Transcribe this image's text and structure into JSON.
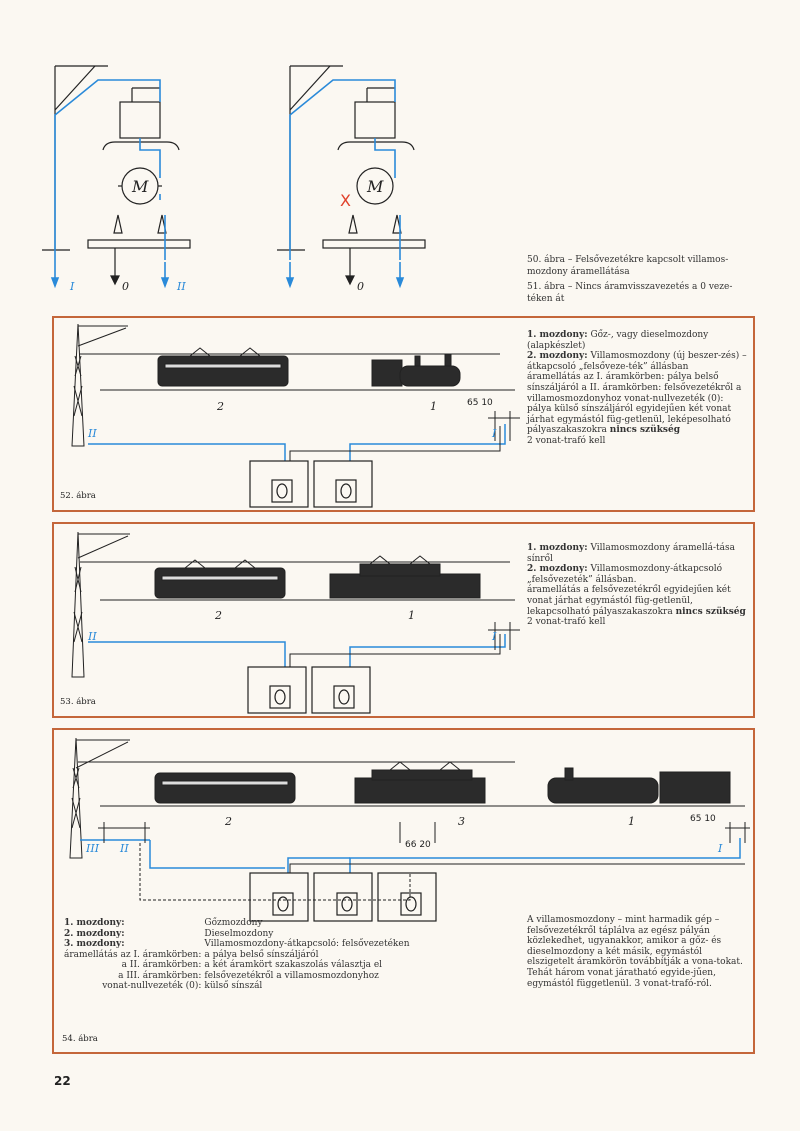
{
  "colors": {
    "wire": "#2a8ad9",
    "frame": "#c4663a",
    "fault": "#e0402a",
    "ink": "#222222"
  },
  "fig50_51": {
    "motor_label": "M",
    "labels_left": [
      "I",
      "0",
      "II"
    ],
    "labels_right": [
      "0"
    ],
    "fault_mark": "X",
    "caption50": "50. ábra – Felsővezetékre kapcsolt villamos-mozdony áramellátása",
    "caption51": "51. ábra – Nincs áramvisszavezetés a 0 veze-téken át"
  },
  "fig52": {
    "label": "52. ábra",
    "track_labels": [
      "2",
      "1",
      "65 10",
      "II",
      "I"
    ],
    "desc": [
      {
        "key": "1. mozdony:",
        "text": "Gőz-, vagy dieselmozdony (alapkészlet)"
      },
      {
        "key": "2. mozdony:",
        "text": "Villamosmozdony (új beszer-zés) – átkapcsoló „felsőveze-ték” állásban"
      }
    ],
    "desc_rest": "áramellátás az I. áramkörben: pálya belső sínszáljáról a II. áramkörben: felsővezetékről a villamosmozdonyhoz vonat-nullvezeték (0): pálya külső sínszáljáról egyidejűen két vonat járhat egymástól füg-getlenül, leképesolható pályaszakaszokra",
    "desc_bold": "nincs szükség",
    "desc_end": "2 vonat-trafó kell"
  },
  "fig53": {
    "label": "53. ábra",
    "track_labels": [
      "2",
      "1",
      "II",
      "I"
    ],
    "desc": [
      {
        "key": "1. mozdony:",
        "text": "Villamosmozdony áramellá-tása sínről"
      },
      {
        "key": "2. mozdony:",
        "text": "Villamosmozdony-átkapcsoló „felsővezeték” állásban."
      }
    ],
    "desc_rest": "áramellátás a felsővezetékről egyidejűen két vonat járhat egymástól füg-getlenül, lekapcsolható pályaszakaszokra",
    "desc_bold": "nincs szükség",
    "desc_end": "2 vonat-trafó kell"
  },
  "fig54": {
    "label": "54. ábra",
    "track_labels": [
      "2",
      "3",
      "1",
      "65 10",
      "66 20",
      "III",
      "II",
      "I"
    ],
    "legend": [
      [
        "1. mozdony:",
        "Gőzmozdony"
      ],
      [
        "2. mozdony:",
        "Dieselmozdony"
      ],
      [
        "3. mozdony:",
        "Villamosmozdony-átkapcsoló: felsővezetéken"
      ],
      [
        "áramellátás az  I. áramkörben:",
        "a pálya belső sínszáljáról"
      ],
      [
        "a  II. áramkörben:",
        "a két áramkört szakaszolás választja el"
      ],
      [
        "a  III. áramkörben:",
        "felsővezetékről a villamosmozdonyhoz"
      ],
      [
        "vonat-nullvezeték (0):",
        "külső sínszál"
      ]
    ],
    "right_text": "A villamosmozdony – mint harmadik gép – felsővezetékről táplálva az egész pályán közlekedhet, ugyanakkor, amikor a gőz- és dieselmozdony a két másik, egymástól elszigetelt áramkörön továbbítják a vona-tokat. Tehát három vonat járatható egyide-jűen, egymástól függetlenül. 3 vonat-trafó-ról."
  },
  "page_number": "22"
}
